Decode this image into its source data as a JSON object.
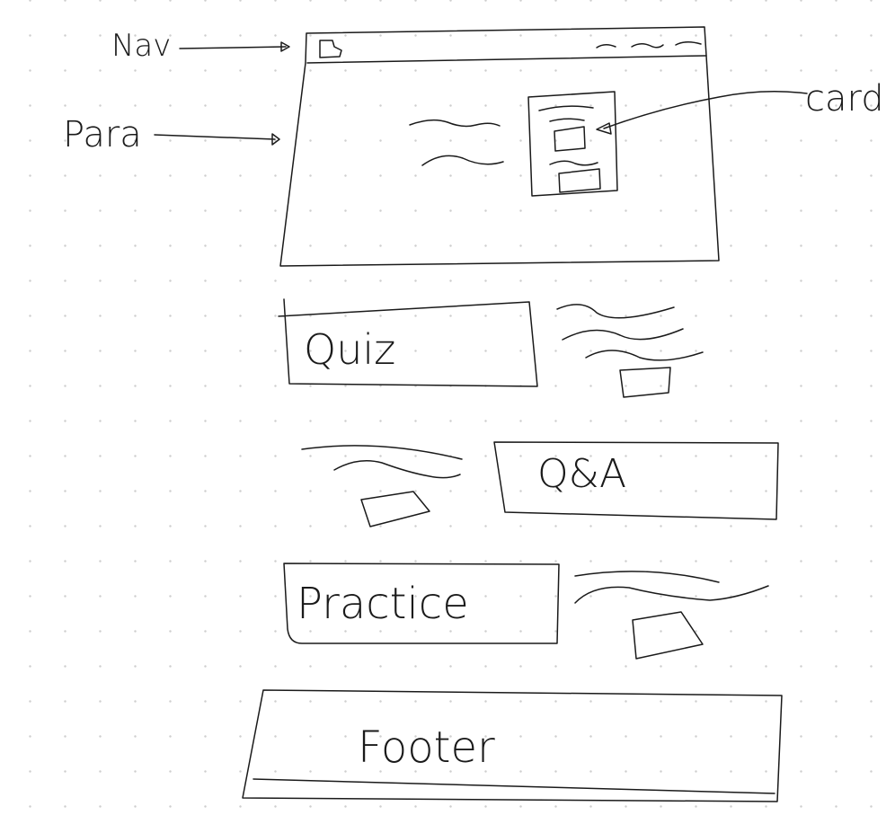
{
  "labels": {
    "nav": "Nav",
    "para": "Para",
    "card": "card",
    "quiz": "Quiz",
    "qa": "Q&A",
    "practice": "Practice",
    "footer": "Footer"
  }
}
